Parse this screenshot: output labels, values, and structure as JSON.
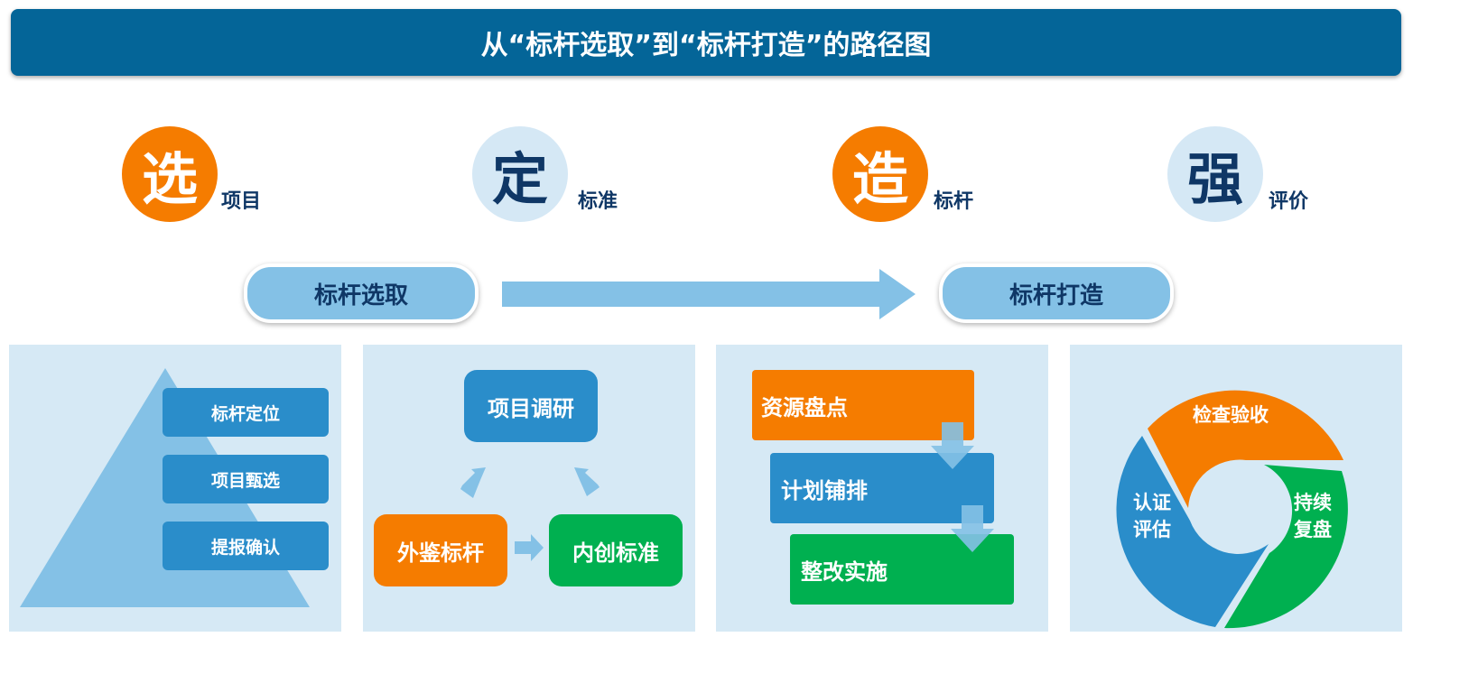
{
  "title": "从“标杆选取”到“标杆打造”的路径图",
  "steps": [
    {
      "char": "选",
      "label": "项目"
    },
    {
      "char": "定",
      "label": "标准"
    },
    {
      "char": "造",
      "label": "标杆"
    },
    {
      "char": "强",
      "label": "评价"
    }
  ],
  "flow": {
    "from": "标杆选取",
    "to": "标杆打造"
  },
  "panel1": {
    "items": [
      "标杆定位",
      "项目甄选",
      "提报确认"
    ]
  },
  "panel2": {
    "top": "项目调研",
    "left": "外鉴标杆",
    "right": "内创标准"
  },
  "panel3": {
    "items": [
      "资源盘点",
      "计划铺排",
      "整改实施"
    ]
  },
  "panel4": {
    "segments": [
      "检查验收",
      "持续复盘",
      "认证评估"
    ]
  },
  "colors": {
    "header": "#046598",
    "orange": "#f57c00",
    "blue": "#2a8dca",
    "green": "#00b050",
    "light": "#84c1e6"
  }
}
